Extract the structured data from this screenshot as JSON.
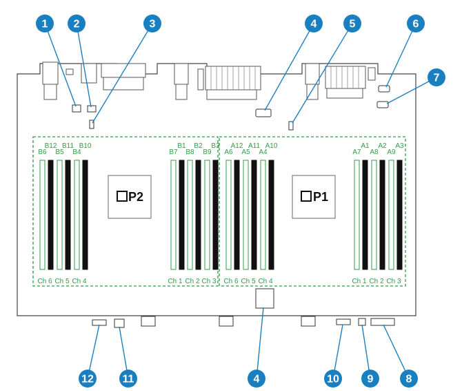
{
  "processors": {
    "p1": "P1",
    "p2": "P2"
  },
  "dimm_slots": {
    "left": [
      "B6",
      "B12",
      "B5",
      "B11",
      "B4",
      "B10",
      "B7",
      "B1",
      "B8",
      "B2",
      "B9",
      "B3"
    ],
    "right": [
      "A6",
      "A12",
      "A5",
      "A11",
      "A4",
      "A10",
      "A7",
      "A1",
      "A8",
      "A2",
      "A9",
      "A3"
    ]
  },
  "channels": {
    "p2_left": [
      "Ch 6",
      "Ch 5",
      "Ch 4"
    ],
    "p2_right": [
      "Ch 1",
      "Ch 2",
      "Ch 3"
    ],
    "p1_left": [
      "Ch 6",
      "Ch 5",
      "Ch 4"
    ],
    "p1_right": [
      "Ch 1",
      "Ch 2",
      "Ch 3"
    ]
  },
  "callouts": [
    "1",
    "2",
    "3",
    "4",
    "5",
    "6",
    "7",
    "4",
    "8",
    "9",
    "10",
    "11",
    "12"
  ],
  "colors": {
    "callout": "#1a7fc1",
    "dimm_outline": "#2e9b45",
    "dimm_black": "#111111"
  }
}
